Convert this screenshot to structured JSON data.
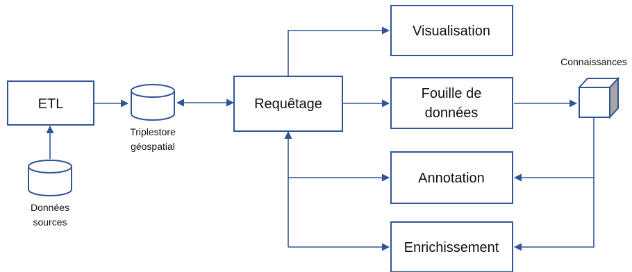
{
  "nodes": {
    "etl": "ETL",
    "requetage": "Requêtage",
    "visualisation": "Visualisation",
    "fouille_line1": "Fouille de",
    "fouille_line2": "données",
    "annotation": "Annotation",
    "enrichissement": "Enrichissement"
  },
  "labels": {
    "triplestore_line1": "Triplestore",
    "triplestore_line2": "géospatial",
    "donnees_line1": "Données",
    "donnees_line2": "sources",
    "connaissances": "Connaissances"
  },
  "colors": {
    "stroke": "#2f5597",
    "cube_side": "#a6a6a6",
    "text": "#111111"
  }
}
